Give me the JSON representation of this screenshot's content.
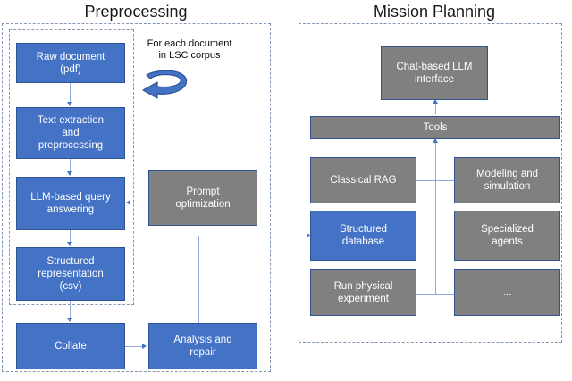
{
  "figure": {
    "panels": [
      {
        "id": "preprocessing",
        "title": "Preprocessing"
      },
      {
        "id": "mission_planning",
        "title": "Mission Planning"
      }
    ]
  },
  "colors": {
    "blue_fill": "#4472C4",
    "gray_fill": "#808080",
    "box_border": "#2F5496",
    "panel_border": "#8497B0",
    "connector": "#8FAADC",
    "arrow": "#4472C4",
    "text_on_box": "#FFFFFF",
    "title_text": "#191919"
  },
  "preprocessing": {
    "title": "Preprocessing",
    "loop_annotation": "For each document\nin LSC corpus",
    "loop_icon": "circular-loop-arrow",
    "boxes": [
      {
        "id": "raw_document",
        "label": "Raw document\n(pdf)",
        "fill": "blue"
      },
      {
        "id": "text_extraction",
        "label": "Text extraction\nand\npreprocessing",
        "fill": "blue"
      },
      {
        "id": "llm_query_answering",
        "label": "LLM-based query\nanswering",
        "fill": "blue"
      },
      {
        "id": "structured_representation",
        "label": "Structured\nrepresentation\n(csv)",
        "fill": "blue"
      },
      {
        "id": "collate",
        "label": "Collate",
        "fill": "blue"
      },
      {
        "id": "analysis_and_repair",
        "label": "Analysis and\nrepair",
        "fill": "blue"
      },
      {
        "id": "prompt_optimization",
        "label": "Prompt\noptimization",
        "fill": "gray"
      }
    ]
  },
  "mission_planning": {
    "title": "Mission Planning",
    "boxes": [
      {
        "id": "chat_interface",
        "label": "Chat-based LLM\ninterface",
        "fill": "gray"
      },
      {
        "id": "tools",
        "label": "Tools",
        "fill": "gray"
      },
      {
        "id": "classical_rag",
        "label": "Classical RAG",
        "fill": "gray"
      },
      {
        "id": "modeling_simulation",
        "label": "Modeling and\nsimulation",
        "fill": "gray"
      },
      {
        "id": "structured_database",
        "label": "Structured\ndatabase",
        "fill": "blue"
      },
      {
        "id": "specialized_agents",
        "label": "Specialized\nagents",
        "fill": "gray"
      },
      {
        "id": "run_physical_experiment",
        "label": "Run physical\nexperiment",
        "fill": "gray"
      },
      {
        "id": "ellipsis",
        "label": "...",
        "fill": "gray"
      }
    ]
  }
}
